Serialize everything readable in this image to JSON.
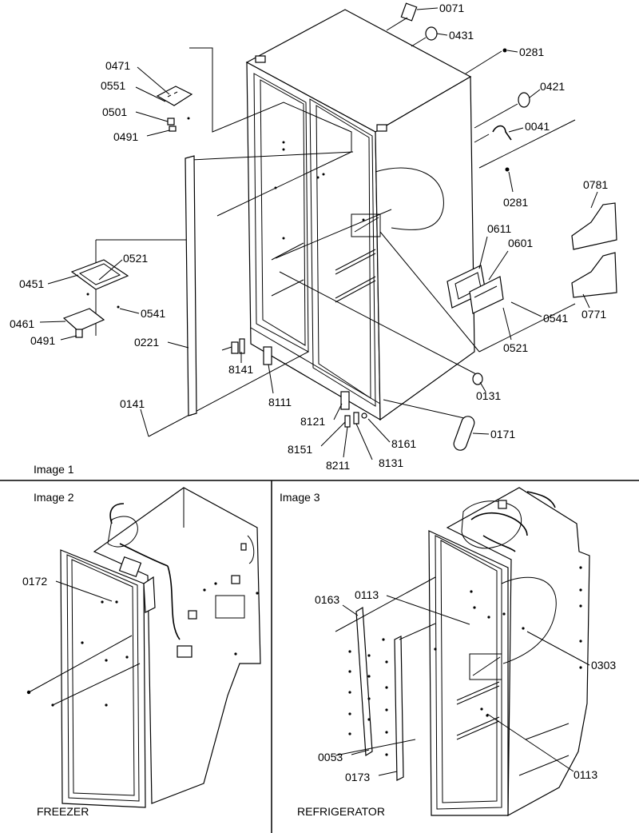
{
  "image1": {
    "caption": "Image 1",
    "callouts": {
      "c0071": "0071",
      "c0431": "0431",
      "c0281a": "0281",
      "c0421": "0421",
      "c0041": "0041",
      "c0281b": "0281",
      "c0781": "0781",
      "c0611": "0611",
      "c0601": "0601",
      "c0541r": "0541",
      "c0771": "0771",
      "c0521r": "0521",
      "c0131": "0131",
      "c0171": "0171",
      "c8161": "8161",
      "c8131": "8131",
      "c8211": "8211",
      "c8151": "8151",
      "c8121": "8121",
      "c8111": "8111",
      "c8141": "8141",
      "c0221": "0221",
      "c0141": "0141",
      "c0471": "0471",
      "c0551": "0551",
      "c0501": "0501",
      "c0491a": "0491",
      "c0451": "0451",
      "c0521l": "0521",
      "c0541l": "0541",
      "c0461": "0461",
      "c0491b": "0491"
    }
  },
  "image2": {
    "caption": "Image 2",
    "section_label": "FREEZER",
    "callouts": {
      "c0172": "0172"
    }
  },
  "image3": {
    "caption": "Image 3",
    "section_label": "REFRIGERATOR",
    "callouts": {
      "c0163": "0163",
      "c0113a": "0113",
      "c0303": "0303",
      "c0053": "0053",
      "c0173": "0173",
      "c0113b": "0113"
    }
  }
}
